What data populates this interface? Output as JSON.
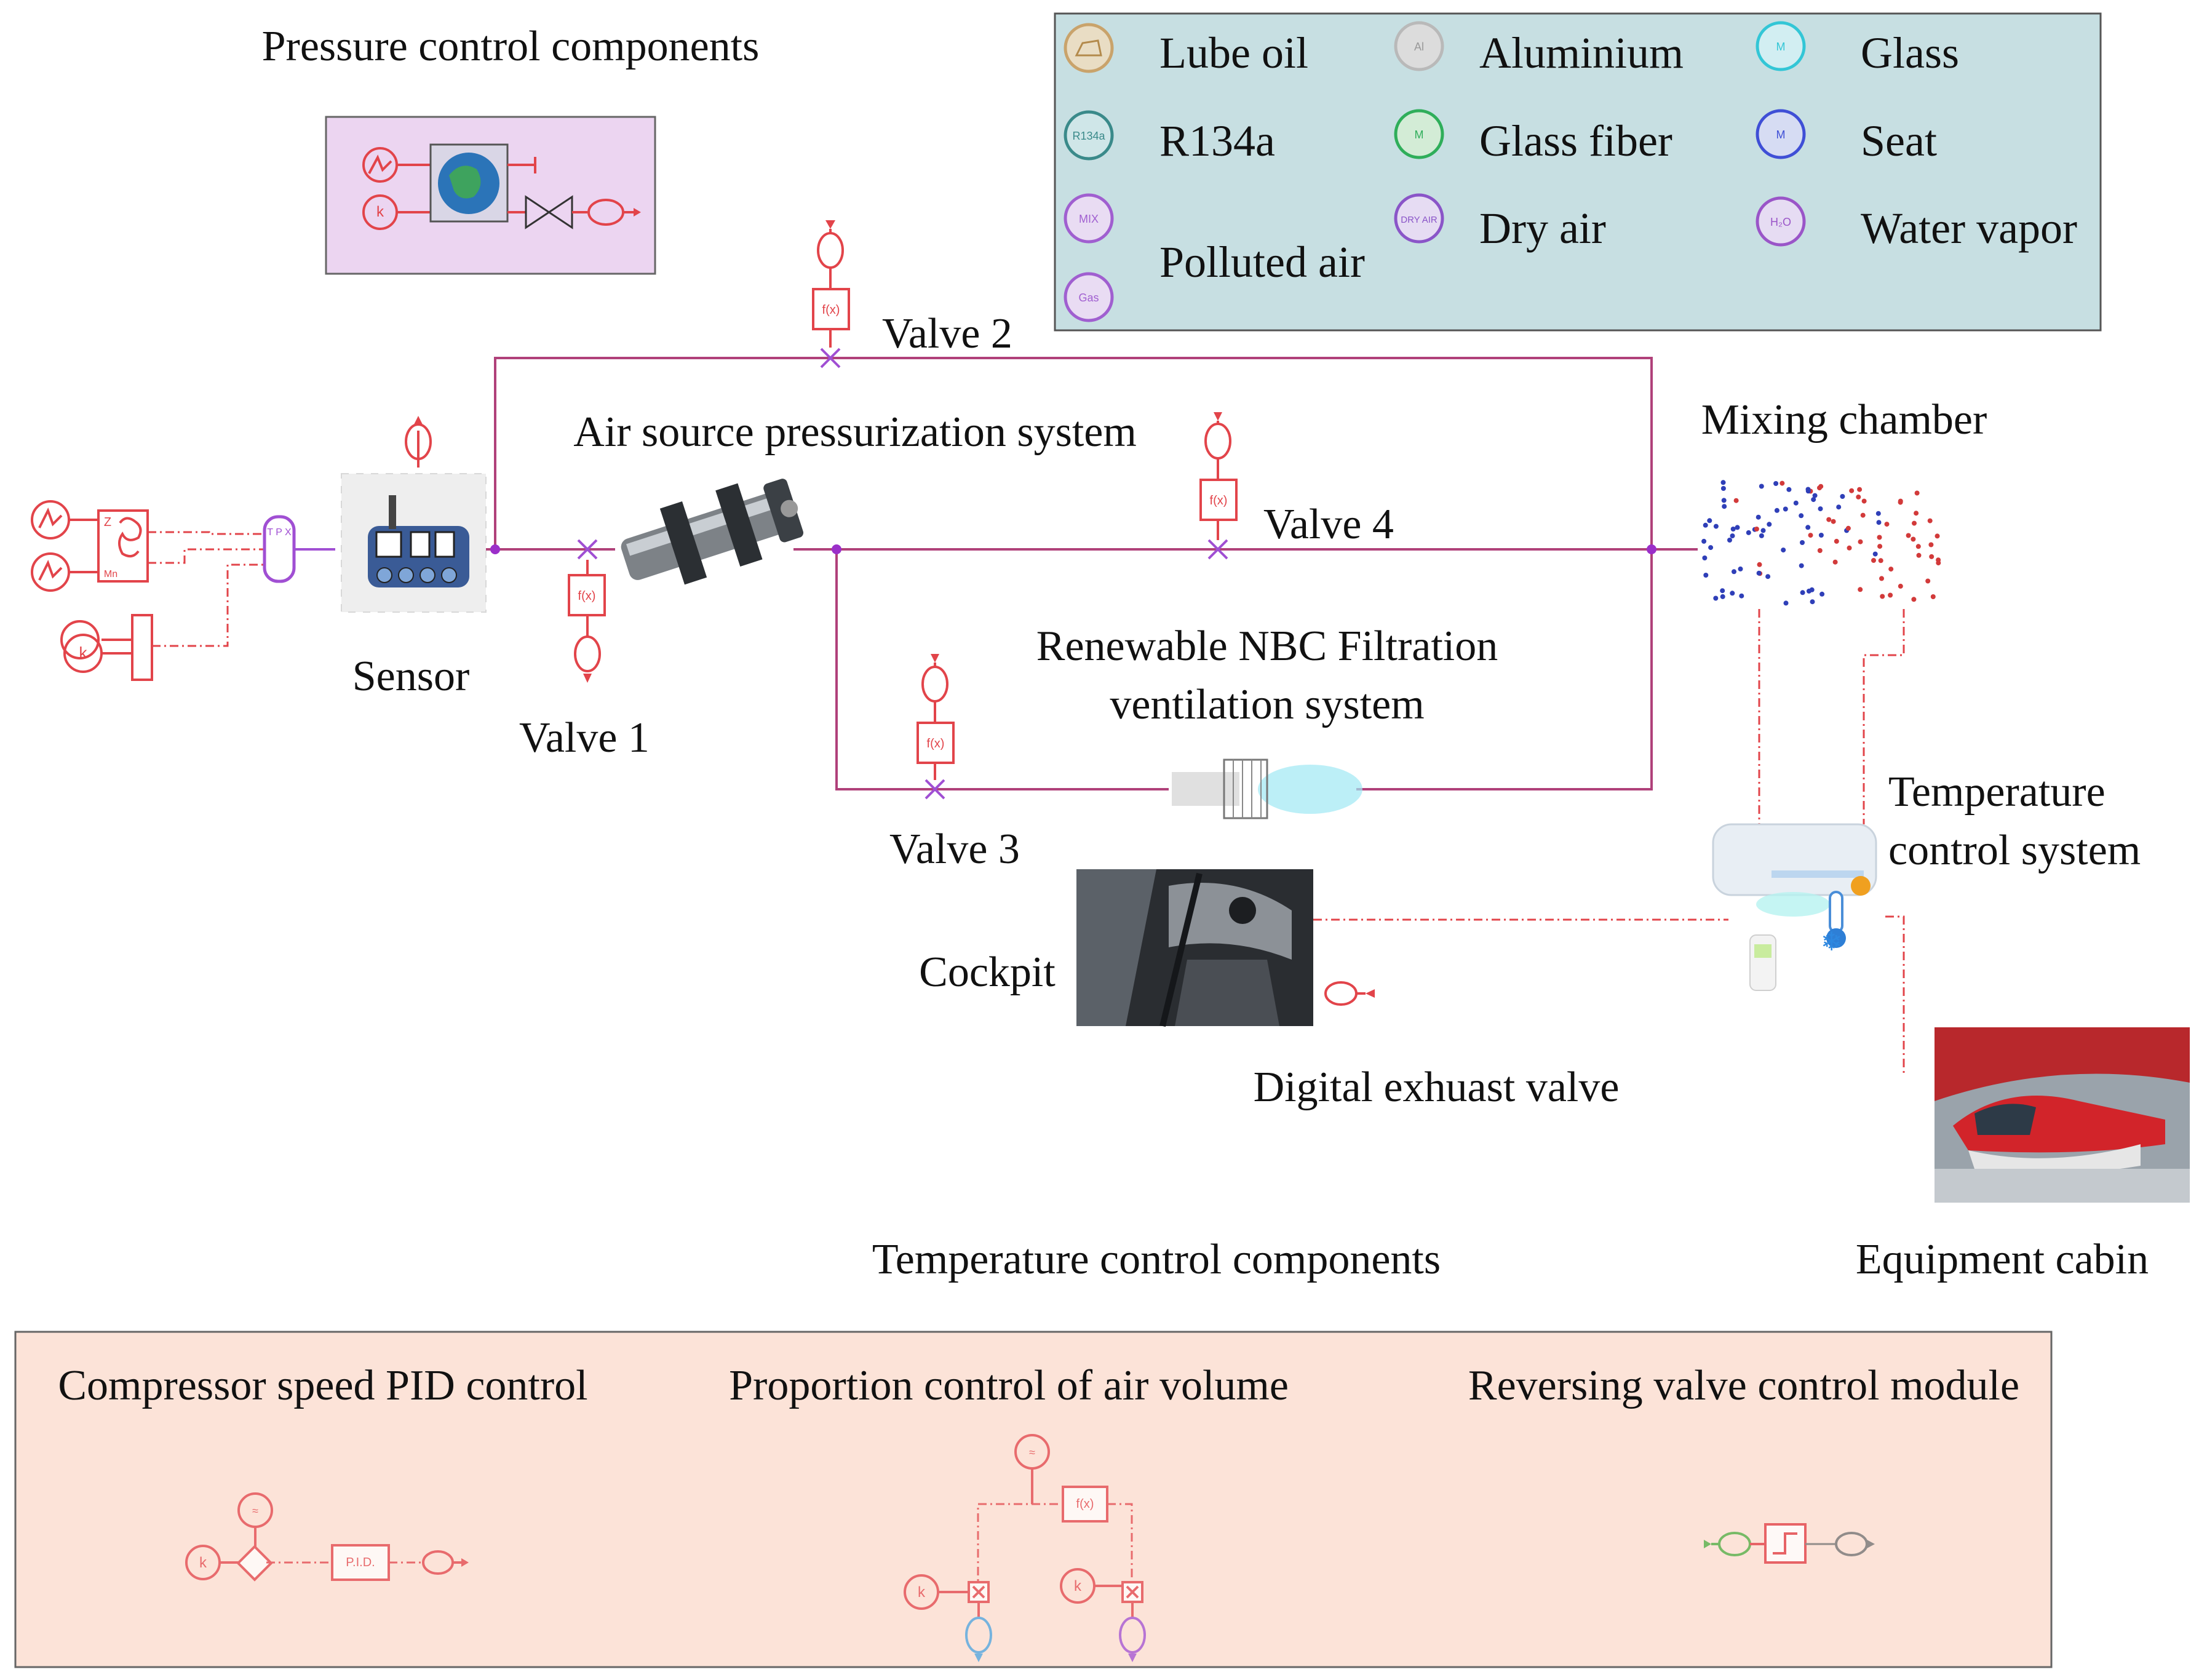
{
  "labels": {
    "pressure_components_title": "Pressure control components",
    "valve_1": "Valve 1",
    "valve_2": "Valve 2",
    "valve_3": "Valve 3",
    "valve_4": "Valve 4",
    "sensor": "Sensor",
    "air_source": "Air source pressurization system",
    "mixing_chamber": "Mixing chamber",
    "nbc_line1": "Renewable NBC Filtration",
    "nbc_line2": "ventilation system",
    "temp_system_line1": "Temperature",
    "temp_system_line2": "control system",
    "cockpit": "Cockpit",
    "exhaust_valve": "Digital exhuast valve",
    "equipment_cabin": "Equipment cabin",
    "temp_components_title": "Temperature control components",
    "compressor_pid": "Compressor speed PID control",
    "proportion_control": "Proportion control of  air volume",
    "reversing_valve": "Reversing valve control module"
  },
  "legend": {
    "items": [
      {
        "label": "Lube oil",
        "icon": "",
        "color": "#c9a36b"
      },
      {
        "label": "Aluminium",
        "icon": "Al",
        "color": "#b9b9b9"
      },
      {
        "label": "Glass",
        "icon": "M",
        "color": "#33c6d6"
      },
      {
        "label": "R134a",
        "icon": "R134a",
        "color": "#3a8a8a"
      },
      {
        "label": "Glass fiber",
        "icon": "M",
        "color": "#2fae5a"
      },
      {
        "label": "Seat",
        "icon": "M",
        "color": "#3f4fd6"
      },
      {
        "label": "Polluted air",
        "icon": "MIX",
        "icon2": "Gas",
        "color": "#a05fd0"
      },
      {
        "label": "Dry air",
        "icon": "DRY AIR",
        "color": "#8a55c8"
      },
      {
        "label": "Water vapor",
        "icon": "H₂O",
        "color": "#9a55c8"
      }
    ]
  },
  "block_text": {
    "pid": "P.I.D.",
    "fx": "f(x)",
    "k": "k",
    "tpx": "T P X",
    "mn": "Mn",
    "z": "Z"
  },
  "colors": {
    "legend_bg": "#c7dfe2",
    "pressure_box_bg": "#ecd5f1",
    "temp_box_bg": "#fce3d8",
    "pipe": "#b0417a",
    "signal": "#e2444a"
  }
}
